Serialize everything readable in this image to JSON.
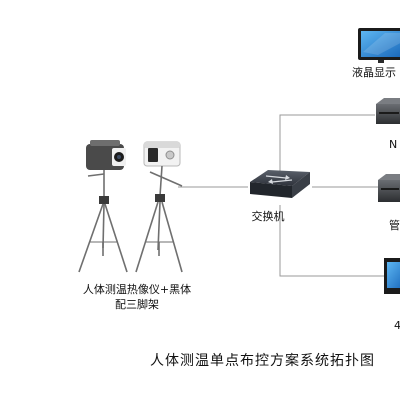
{
  "labels": {
    "camera_line1": "人体测温热像仪+黑体",
    "camera_line2": "配三脚架",
    "switch": "交换机",
    "lcd": "液晶显示",
    "nvr": "N",
    "mgmt": "管",
    "pc": "4"
  },
  "caption": "人体测温单点布控方案系统拓扑图",
  "icons": [
    "thermal-camera-icon",
    "blackbody-icon",
    "tripod-icon",
    "network-switch-icon",
    "lcd-monitor-icon",
    "nvr-icon",
    "server-icon",
    "pc-icon"
  ],
  "colors": {
    "line": "#9a9a9a",
    "switch": "#3a3f47",
    "device_dark": "#2b2b2b",
    "screen": "#1f7fd6"
  }
}
